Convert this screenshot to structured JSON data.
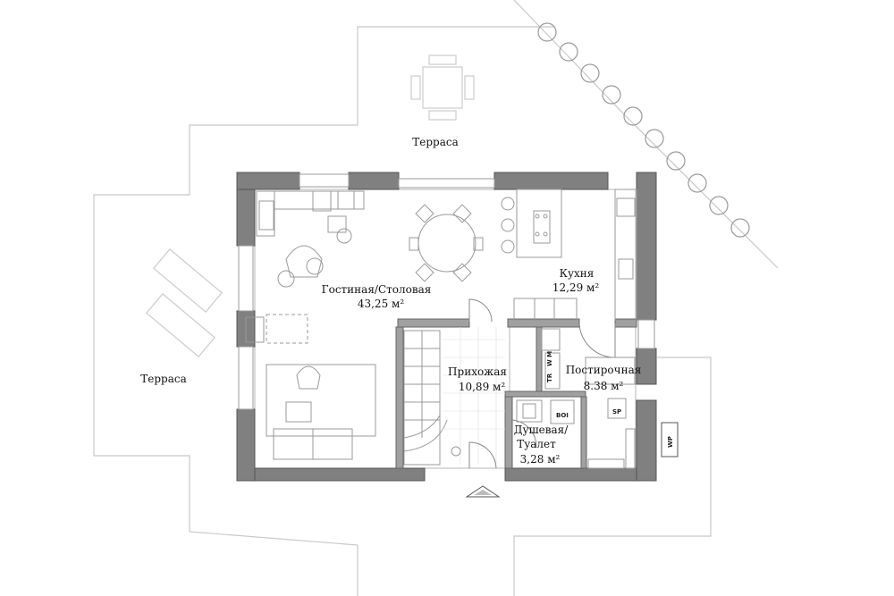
{
  "rooms": {
    "terrace_top": {
      "name": "Терраса"
    },
    "terrace_left": {
      "name": "Терраса"
    },
    "living": {
      "name": "Гостиная/Столовая",
      "area": "43,25 м²"
    },
    "kitchen": {
      "name": "Кухня",
      "area": "12,29 м²"
    },
    "hall": {
      "name": "Прихожая",
      "area": "10,89 м²"
    },
    "laundry": {
      "name": "Постирочная",
      "area": "8.38 м²"
    },
    "bath": {
      "name": "Душевая/",
      "name2": "Туалет",
      "area": "3,28 м²"
    }
  },
  "equipment": {
    "tr": "TR",
    "wm": "W M",
    "sp": "SP",
    "wp": "WP",
    "boiler": "BOI"
  },
  "colors": {
    "wall": "#808080",
    "line": "#b5b5b5",
    "dark": "#555555"
  }
}
